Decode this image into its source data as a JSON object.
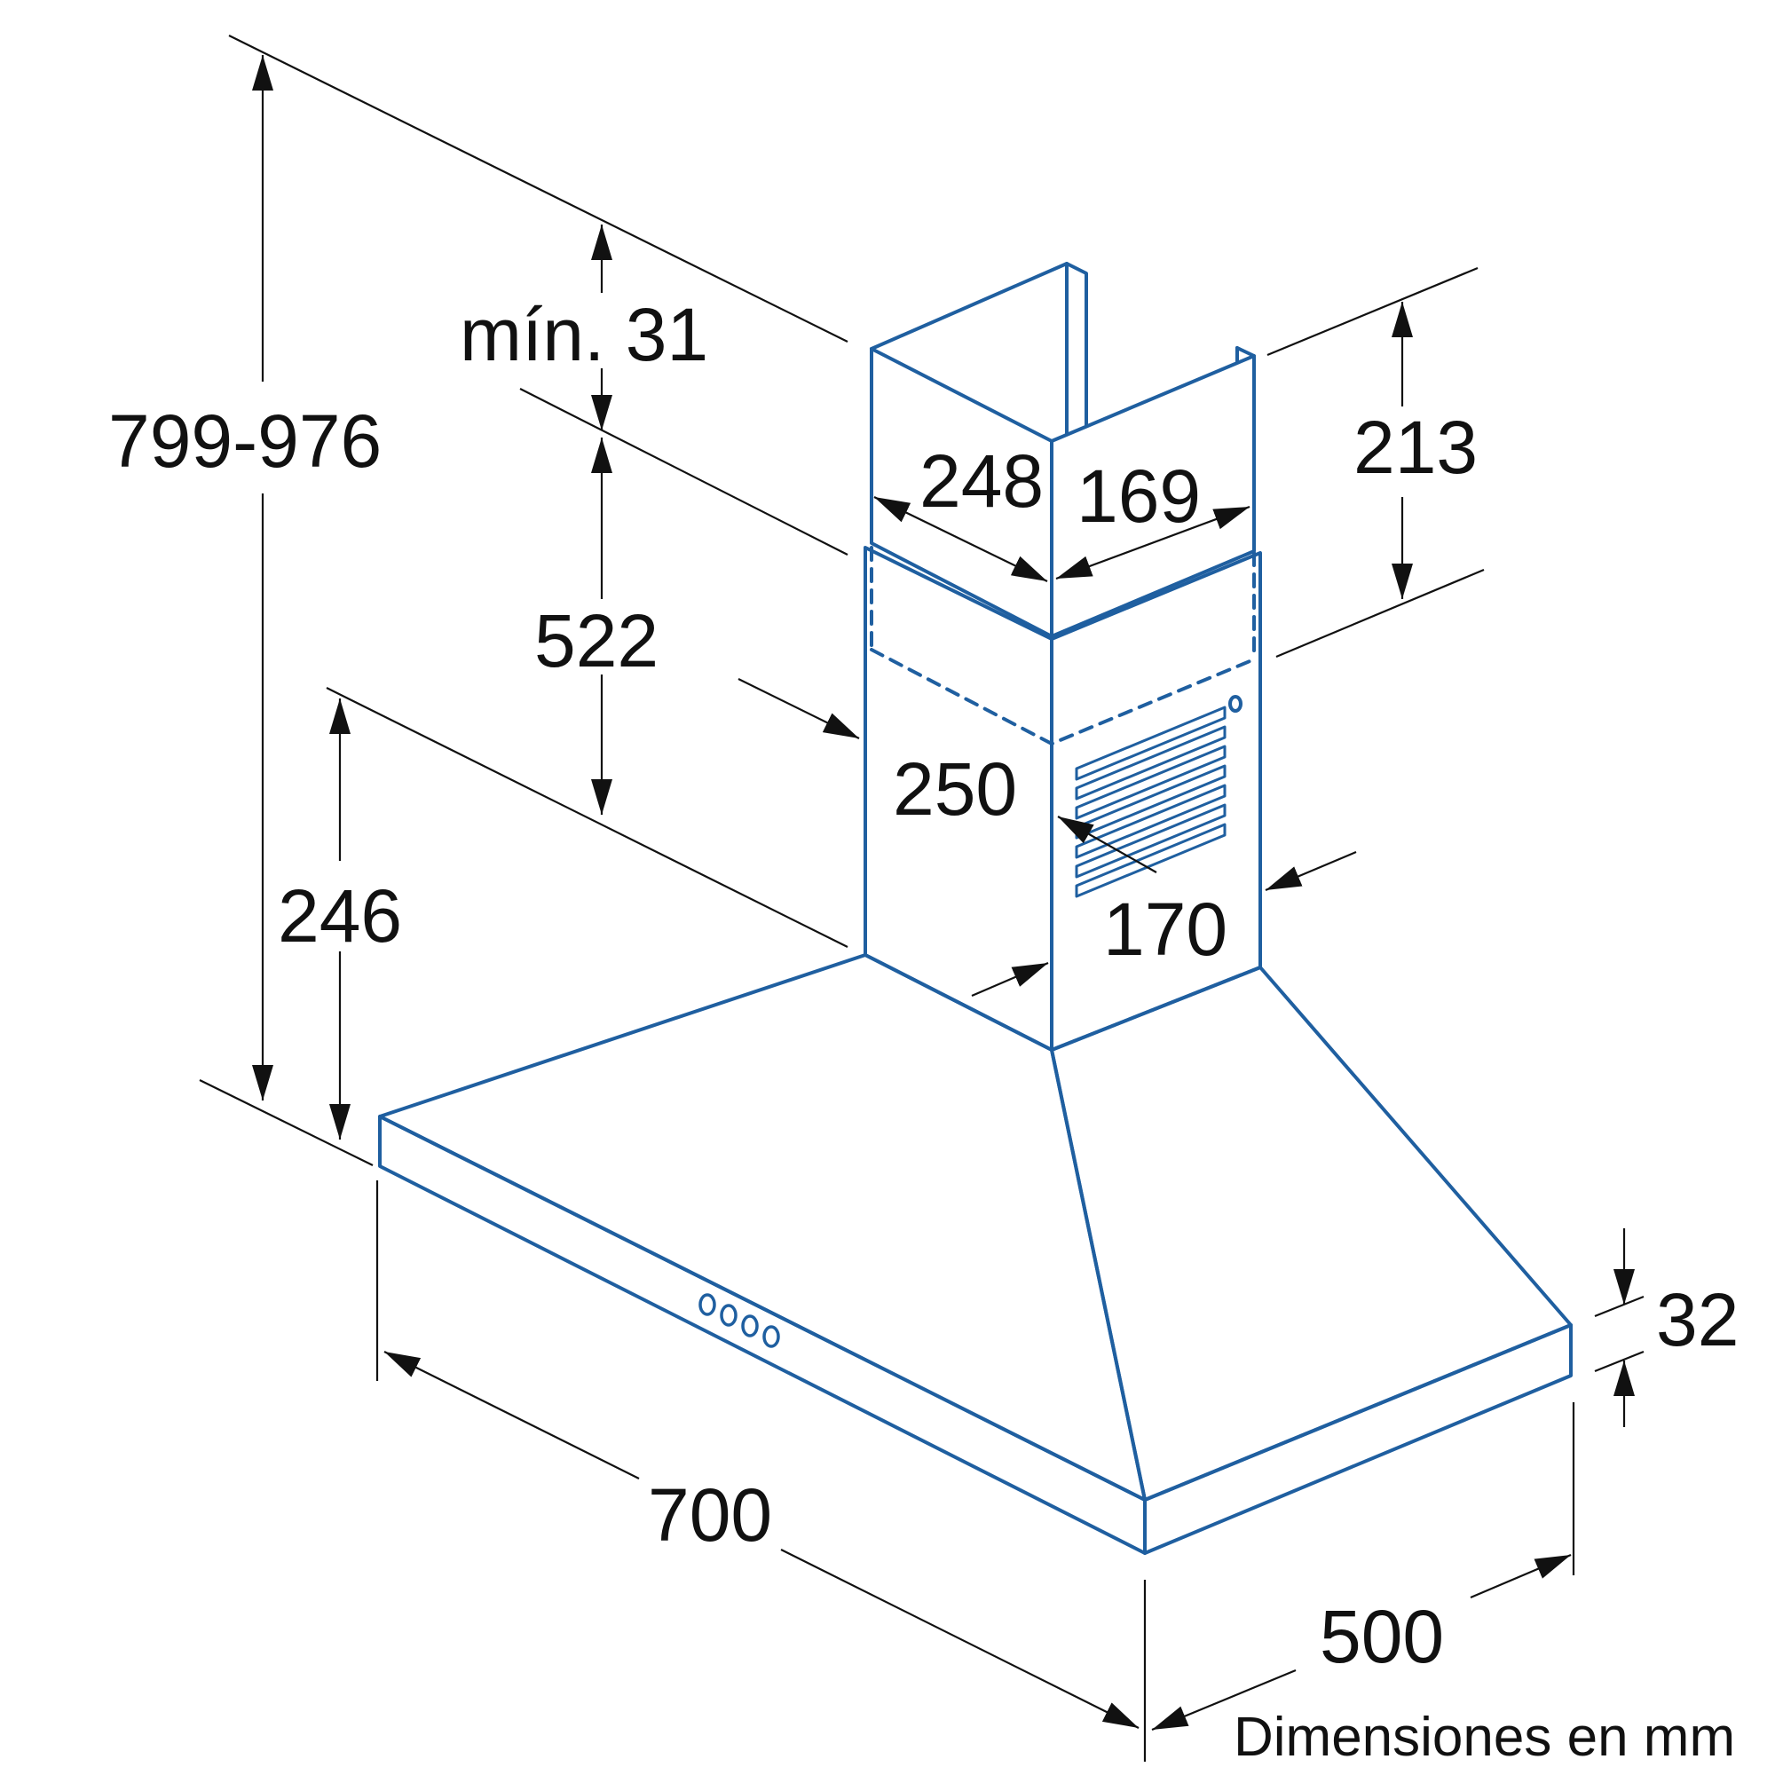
{
  "colors": {
    "outline": "#1f5fa0",
    "dimension": "#111111",
    "background": "#ffffff"
  },
  "dimensions": {
    "total_height": "799-976",
    "min_gap": "mín. 31",
    "upper_chimney_height": "213",
    "chimney_depth": "248",
    "chimney_width": "169",
    "lower_chimney_height": "522",
    "outer_chimney_depth": "250",
    "outer_chimney_width": "170",
    "canopy_height": "246",
    "width": "700",
    "depth": "500",
    "edge_thickness": "32"
  },
  "units_note": "Dimensiones en mm"
}
